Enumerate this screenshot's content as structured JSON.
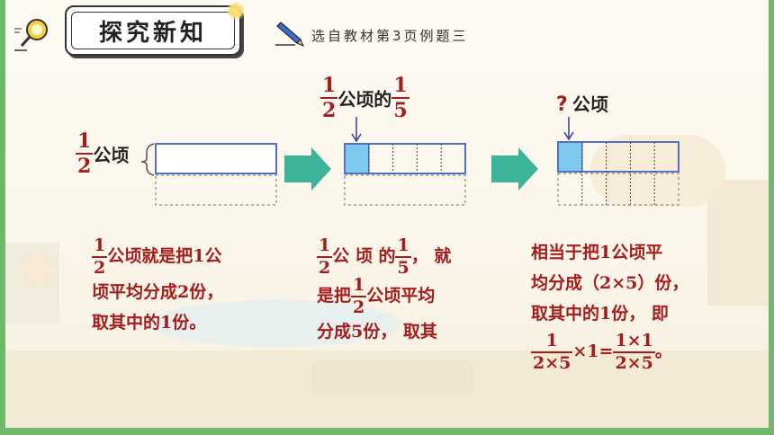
{
  "header": {
    "title": "探究新知",
    "source": "选自教材第3页例题三",
    "icon": "magnifier-icon",
    "pen_icon": "pen-icon"
  },
  "diagram": {
    "d1": {
      "frac_num": "1",
      "frac_den": "2",
      "unit": "公顷"
    },
    "d2": {
      "frac1_num": "1",
      "frac1_den": "2",
      "unit": "公顷的",
      "frac2_num": "1",
      "frac2_den": "5"
    },
    "d3": {
      "question": "?",
      "unit": "公顷"
    }
  },
  "paragraphs": {
    "p1": {
      "frac_num": "1",
      "frac_den": "2",
      "line1_tail": "公顷就是把1公",
      "line2": "顷平均分成2份，",
      "line3": "取其中的1份。"
    },
    "p2": {
      "frac1_num": "1",
      "frac1_den": "2",
      "line1_mid": "公 顷 的",
      "frac2_num": "1",
      "frac2_den": "5",
      "line1_tail": "， 就",
      "line2_head": "是把",
      "frac3_num": "1",
      "frac3_den": "2",
      "line2_tail": "公顷平均",
      "line3": "分成5份， 取其"
    },
    "p3": {
      "line1": "相当于把1公顷平",
      "line2": "均分成（2×5）份，",
      "line3": "取其中的1份， 即",
      "f1_num": "1",
      "f1_den": "2×5",
      "mid": "×1=",
      "f2_num": "1×1",
      "f2_den": "2×5",
      "end": "。"
    }
  },
  "colors": {
    "accent_red": "#a51c1c",
    "rect_blue": "#5470c6",
    "fill_blue": "#7fc8ee",
    "arrow_teal": "#3bb49a",
    "border_green": "#6fb86a"
  }
}
